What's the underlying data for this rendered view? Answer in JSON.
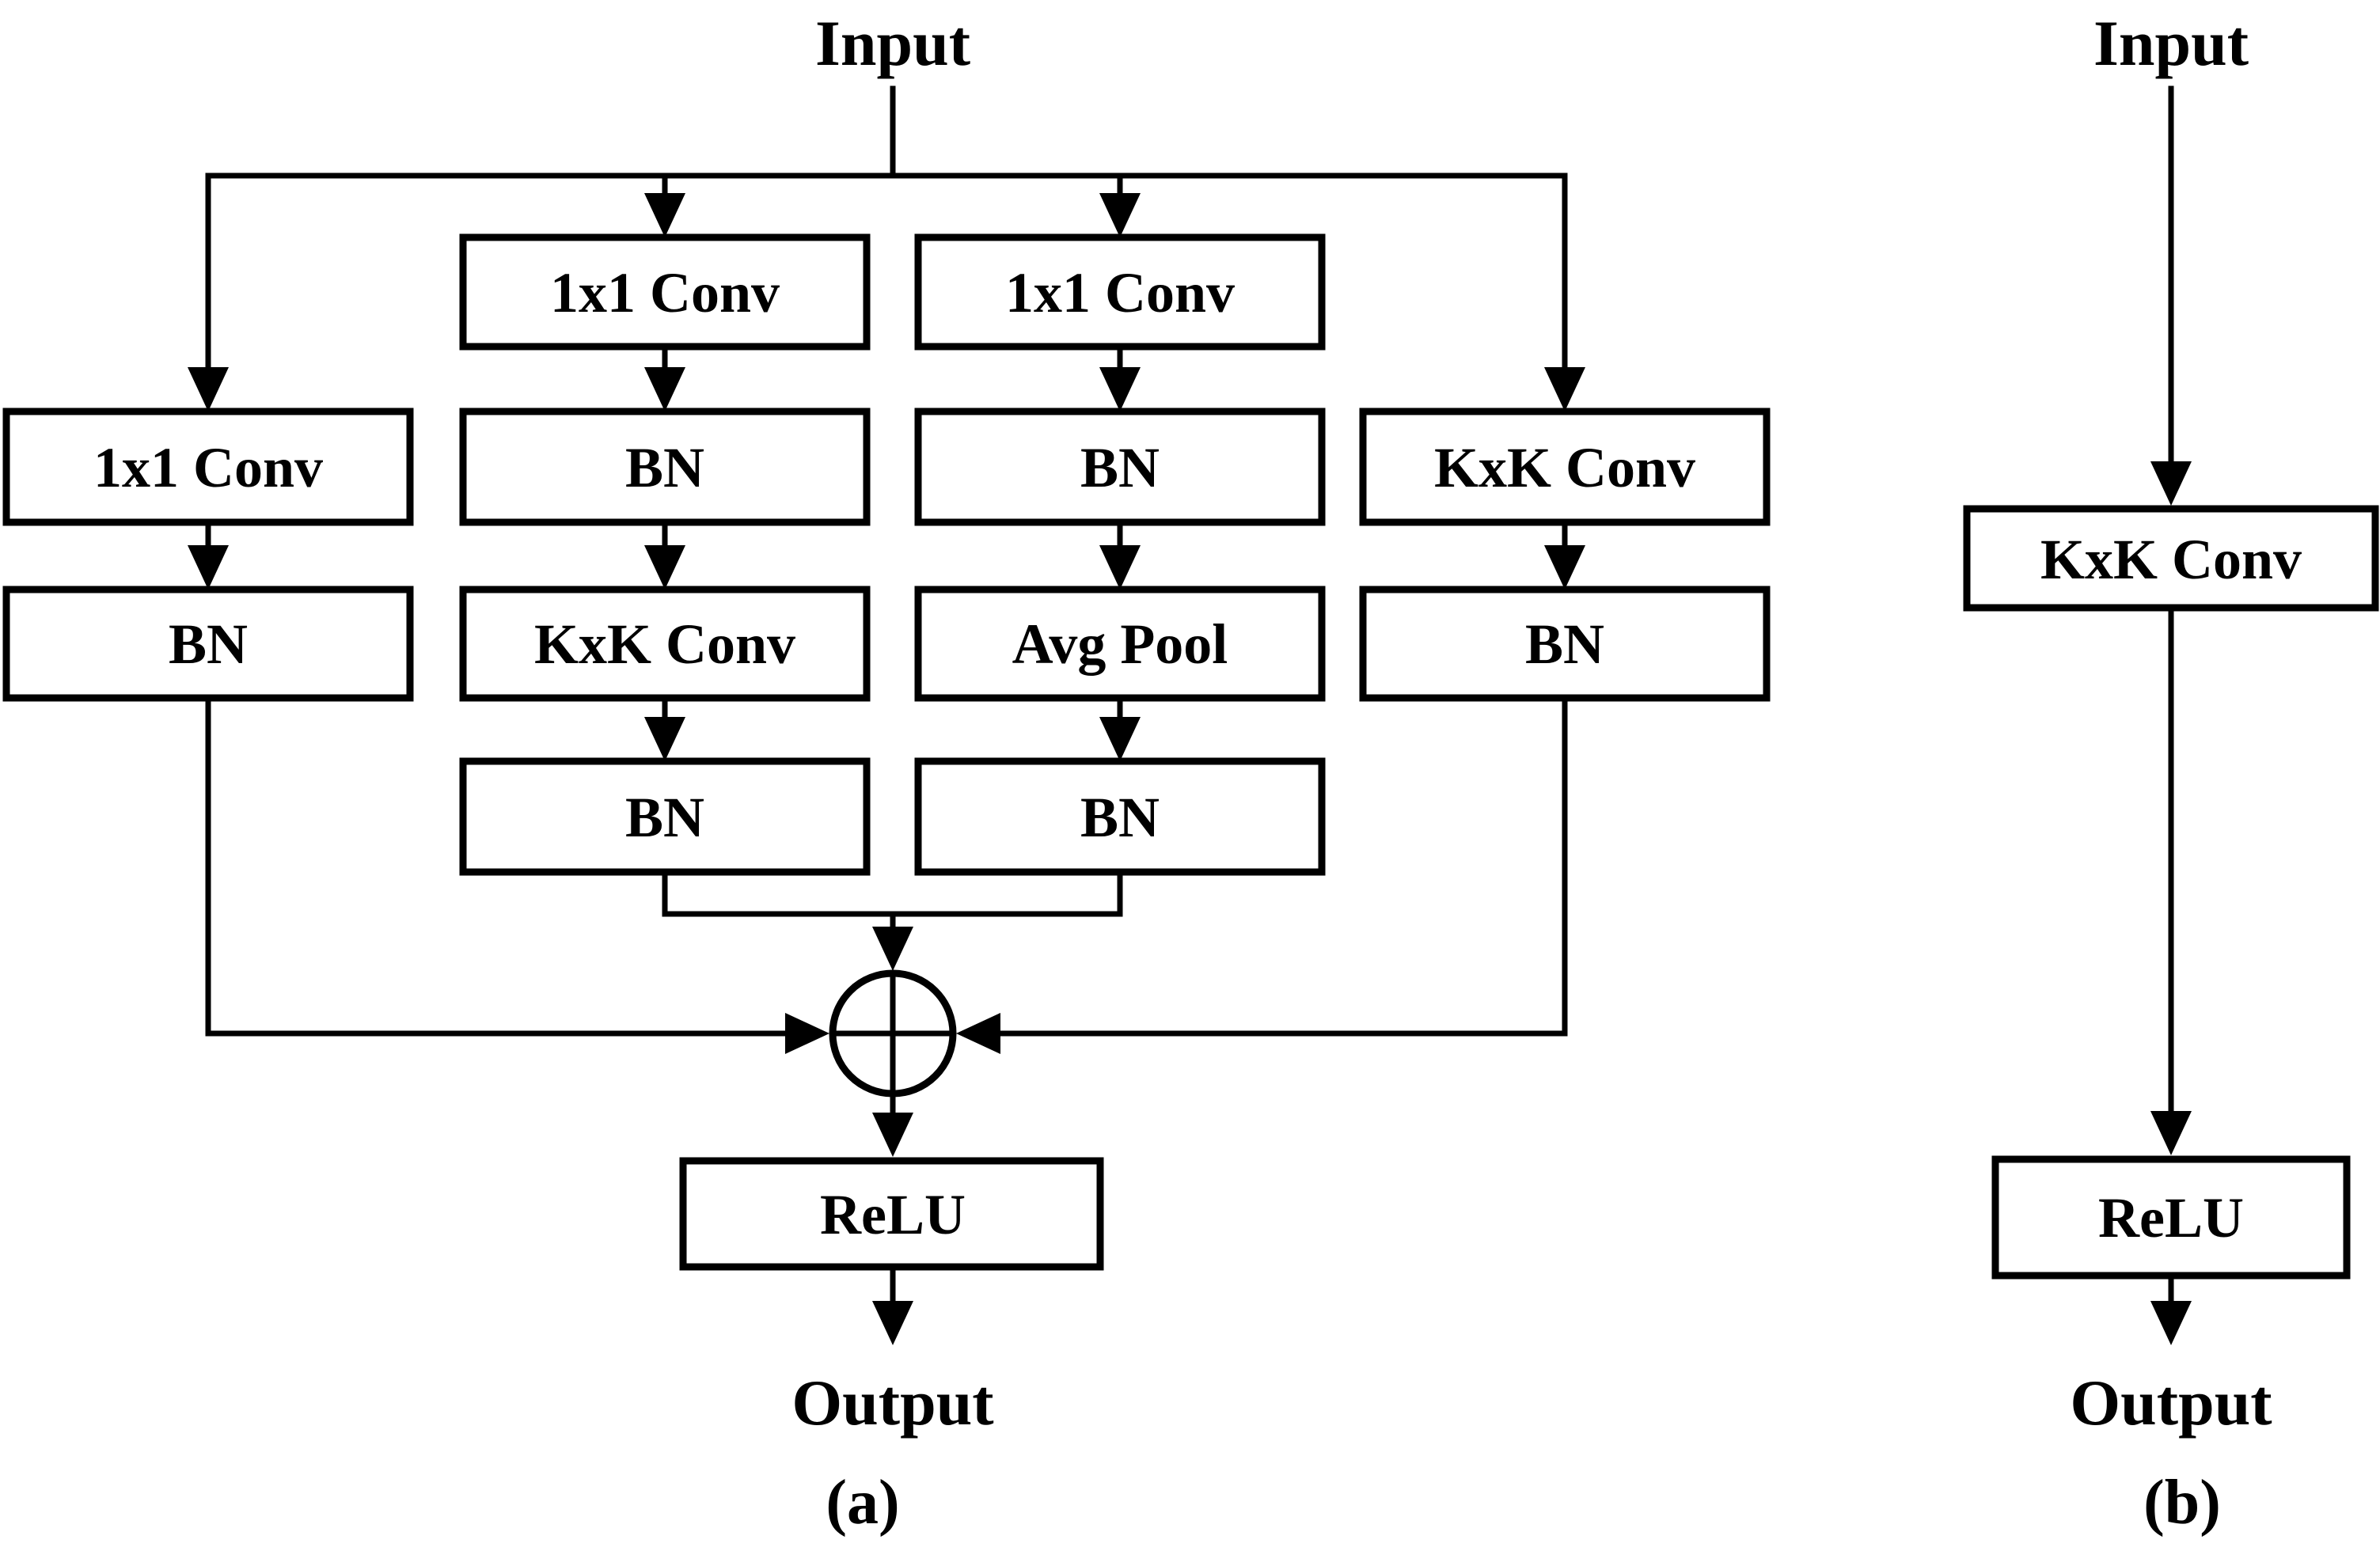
{
  "figure": {
    "description": "Structural re-parameterization convolution block diagram",
    "colors": {
      "background": "#ffffff",
      "line": "#000000",
      "box_fill": "#ffffff"
    },
    "panel_a": {
      "caption": "(a)",
      "input": "Input",
      "output": "Output",
      "activation": "ReLU",
      "merge_operator_icon": "plus-circle",
      "branch_left": [
        "1x1 Conv",
        "BN"
      ],
      "branch_mid_left": [
        "1x1 Conv",
        "BN",
        "KxK Conv",
        "BN"
      ],
      "branch_mid_right": [
        "1x1 Conv",
        "BN",
        "Avg Pool",
        "BN"
      ],
      "branch_right": [
        "KxK Conv",
        "BN"
      ]
    },
    "panel_b": {
      "caption": "(b)",
      "input": "Input",
      "output": "Output",
      "layers": [
        "KxK Conv",
        "ReLU"
      ]
    }
  }
}
